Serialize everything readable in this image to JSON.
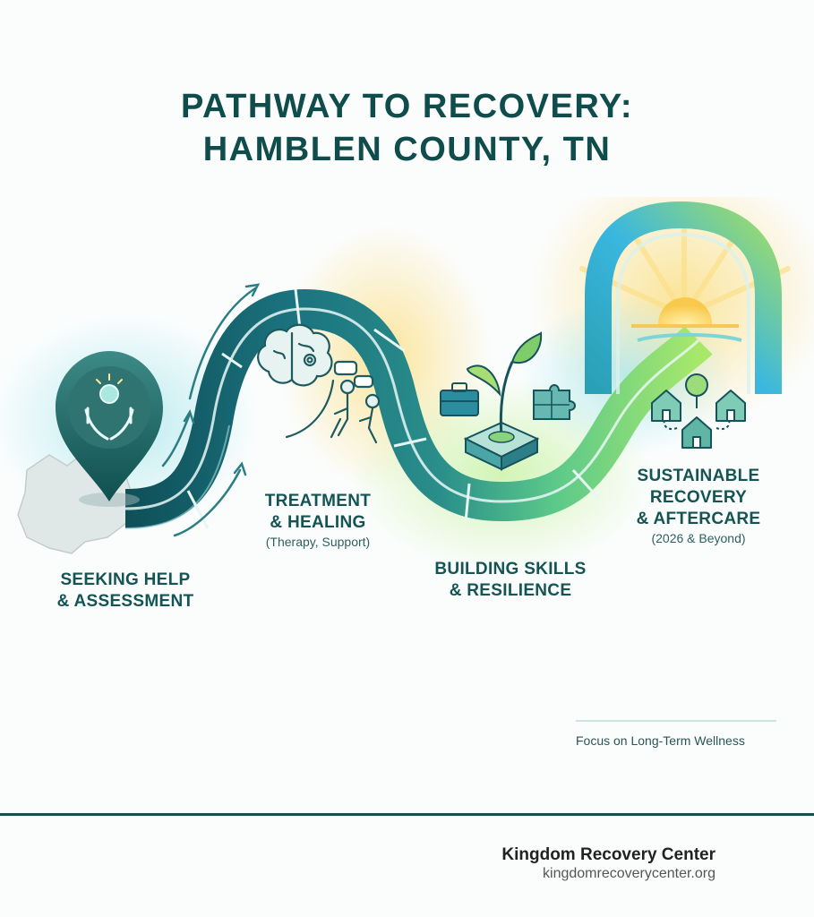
{
  "title": {
    "line1": "PATHWAY TO RECOVERY:",
    "line2": "HAMBLEN COUNTY, TN"
  },
  "stages": [
    {
      "line1": "SEEKING HELP",
      "line2": "& ASSESSMENT",
      "icon": "hands-holding-person-icon"
    },
    {
      "line1": "TREATMENT",
      "line2": "& HEALING",
      "sub": "(Therapy, Support)",
      "icon": "brain-and-counseling-icon"
    },
    {
      "line1": "BUILDING SKILLS",
      "line2": "& RESILIENCE",
      "icon": "sprout-toolbox-puzzle-icon"
    },
    {
      "line1": "SUSTAINABLE",
      "line2": "RECOVERY",
      "line3": "& AFTERCARE",
      "sub": "(2026 & Beyond)",
      "icon": "community-houses-icon"
    }
  ],
  "note": "Focus on Long-Term Wellness",
  "footer": {
    "org": "Kingdom Recovery Center",
    "url": "kingdomrecoverycenter.org"
  },
  "colors": {
    "primary": "#0f4c4c",
    "path_dark": "#15606a",
    "path_teal": "#2a8f98",
    "path_green": "#7ed957",
    "accent_yellow": "#f7d46a",
    "accent_blue": "#3aa9e0"
  }
}
